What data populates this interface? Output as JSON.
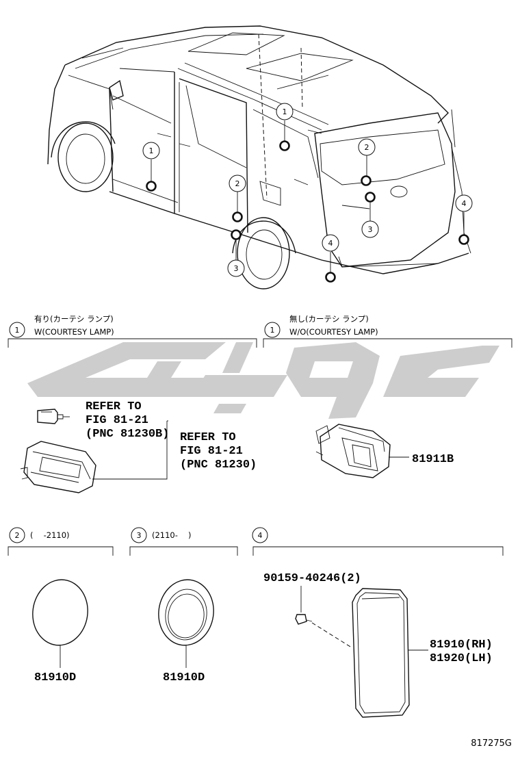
{
  "callouts": [
    {
      "n": "1"
    },
    {
      "n": "1"
    },
    {
      "n": "2"
    },
    {
      "n": "2"
    },
    {
      "n": "3"
    },
    {
      "n": "3"
    },
    {
      "n": "4"
    },
    {
      "n": "4"
    }
  ],
  "sections": [
    {
      "num": "1",
      "jp": "有り(カーテシ ランプ)",
      "en": "W(COURTESY LAMP)"
    },
    {
      "num": "1",
      "jp": "無し(カーテシ ランプ)",
      "en": "W/O(COURTESY LAMP)"
    },
    {
      "num": "2",
      "range": "(　 -2110)"
    },
    {
      "num": "3",
      "range": "(2110-　 )"
    },
    {
      "num": "4"
    }
  ],
  "refer_bulb": [
    "REFER TO",
    "FIG 81-21",
    "(PNC 81230B)"
  ],
  "refer_lamp": [
    "REFER TO",
    "FIG 81-21",
    "(PNC 81230)"
  ],
  "parts": {
    "p81911b": "81911B",
    "p81910d_a": "81910D",
    "p81910d_b": "81910D",
    "screw": "90159-40246(2)",
    "reflector_rh": "81910(RH)",
    "reflector_lh": "81920(LH)"
  },
  "figure_code": "817275G",
  "watermark_color": "#c8c8c8"
}
